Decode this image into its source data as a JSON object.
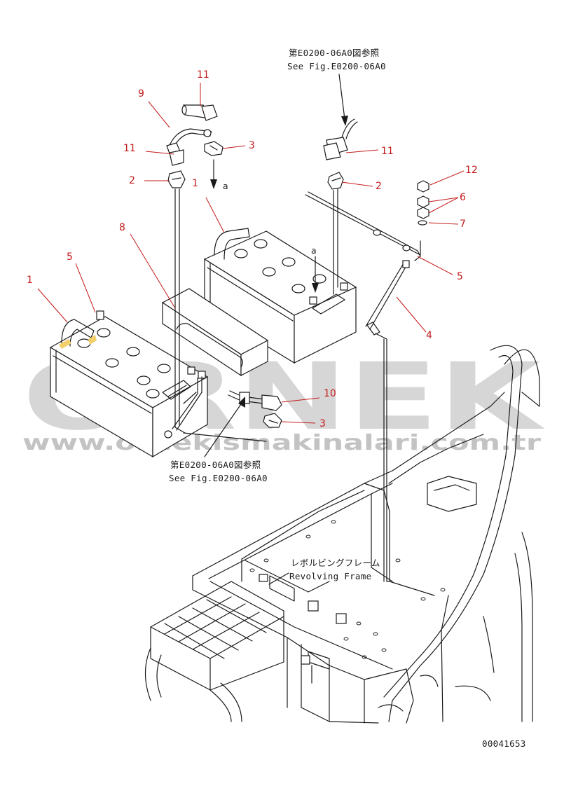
{
  "callouts": {
    "c1": "1",
    "c2": "1",
    "c3": "2",
    "c4": "2",
    "c5": "3",
    "c6": "3",
    "c7": "4",
    "c8": "5",
    "c9": "5",
    "c10": "6",
    "c11": "7",
    "c12": "8",
    "c13": "9",
    "c14": "10",
    "c15": "11",
    "c16": "11",
    "c17": "11",
    "c18": "12"
  },
  "view_markers": {
    "a1": "a",
    "a2": "a"
  },
  "references": {
    "top_jp": "第E0200-06A0図参照",
    "top_en": "See Fig.E0200-06A0",
    "mid_jp": "第E0200-06A0図参照",
    "mid_en": "See Fig.E0200-06A0"
  },
  "frame_label": {
    "jp": "レボルビングフレーム",
    "en": "Revolving Frame"
  },
  "figure_number": "00041653",
  "watermark": {
    "brand": "ORNEK",
    "url": "www.ornekismakinalari.com.tr"
  },
  "colors": {
    "line": "#1a1a1a",
    "callout": "#c41a1a",
    "watermark": "#bdbdbd"
  }
}
